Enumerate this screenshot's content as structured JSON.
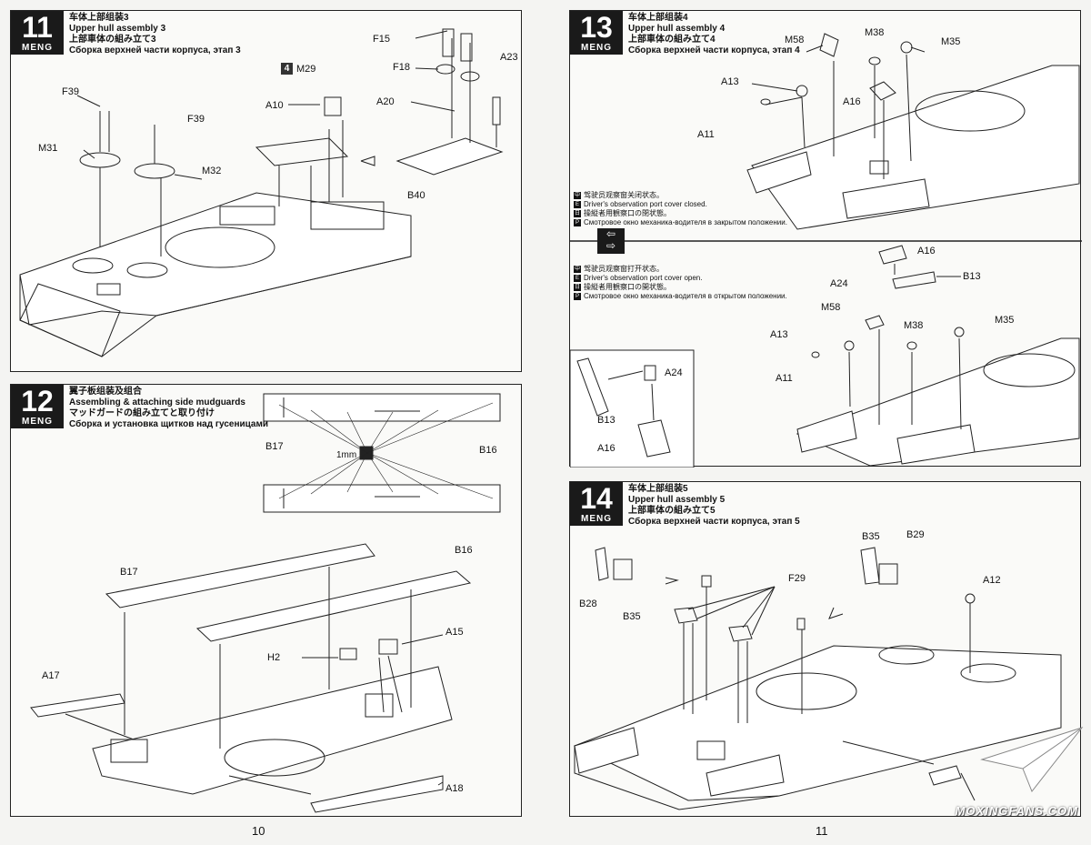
{
  "steps": [
    {
      "num": "11",
      "brand": "MENG",
      "zh": "车体上部组装3",
      "en": "Upper hull assembly 3",
      "ja": "上部車体の組み立て3",
      "ru": "Сборка верхней части корпуса, этап 3",
      "parts": {
        "f15": "F15",
        "f18": "F18",
        "a23": "A23",
        "m29": "M29",
        "a10": "A10",
        "a20": "A20",
        "f39a": "F39",
        "f39b": "F39",
        "m31": "M31",
        "m32": "M32",
        "b40": "B40"
      },
      "sub_step": "4"
    },
    {
      "num": "12",
      "brand": "MENG",
      "zh": "翼子板组装及组合",
      "en": "Assembling & attaching side mudguards",
      "ja": "マッドガードの組み立てと取り付け",
      "ru": "Сборка и установка щитков над гусеницами",
      "parts": {
        "b17a": "B17",
        "b16a": "B16",
        "mm": "1mm",
        "b17b": "B17",
        "b16b": "B16",
        "a15": "A15",
        "h2": "H2",
        "a17": "A17",
        "a18": "A18"
      }
    },
    {
      "num": "13",
      "brand": "MENG",
      "zh": "车体上部组装4",
      "en": "Upper hull assembly 4",
      "ja": "上部車体の組み立て4",
      "ru": "Сборка верхней части корпуса, этап 4",
      "parts": {
        "m58a": "M58",
        "m38a": "M38",
        "m35a": "M35",
        "a13a": "A13",
        "a16a": "A16",
        "a11a": "A11",
        "a16b": "A16",
        "a24a": "A24",
        "b13a": "B13",
        "m58b": "M58",
        "m38b": "M38",
        "m35b": "M35",
        "a13b": "A13",
        "a11b": "A11",
        "a24b": "A24",
        "b13b": "B13",
        "a16c": "A16"
      },
      "closed": {
        "zh": "驾驶员观察窗关闭状态。",
        "en": "Driver's observation port cover closed.",
        "ja": "操縦者用観察口の閉状態。",
        "ru": "Смотровое окно механика-водителя в закрытом положении."
      },
      "open": {
        "zh": "驾驶员观察窗打开状态。",
        "en": "Driver's observation port cover open.",
        "ja": "操縦者用観察口の開状態。",
        "ru": "Смотровое окно механика-водителя в открытом положении."
      }
    },
    {
      "num": "14",
      "brand": "MENG",
      "zh": "车体上部组装5",
      "en": "Upper hull assembly 5",
      "ja": "上部車体の組み立て5",
      "ru": "Сборка верхней части корпуса, этап 5",
      "parts": {
        "b35a": "B35",
        "b29": "B29",
        "f29": "F29",
        "a12": "A12",
        "b28": "B28",
        "b35b": "B35"
      }
    }
  ],
  "page_left": "10",
  "page_right": "11",
  "watermark": "MOXINGFANS.COM"
}
